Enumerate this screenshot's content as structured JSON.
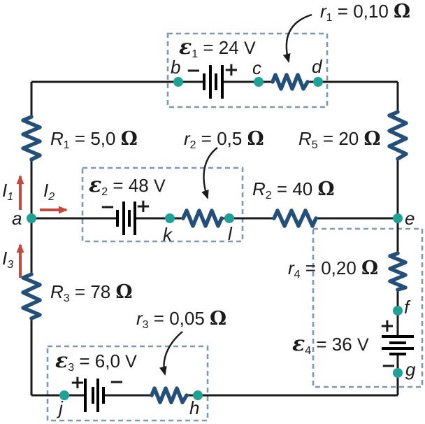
{
  "figure": {
    "description": "Multi-loop DC circuit diagram with four EMF sources (with internal resistances in dashed boxes), five resistors, labeled nodes and branch currents",
    "background": "#ffffff"
  },
  "colors": {
    "wire": "#1a1a1a",
    "resistor": "#234f79",
    "node_dot": "#1fa195",
    "current_arrow": "#c5483c",
    "dashed_box": "#7f97b2",
    "text": "#1a1a1a"
  },
  "signs": {
    "plus": "+",
    "minus": "−"
  },
  "labels": {
    "r1": {
      "sym": "r",
      "sub": "1",
      "mid": " = 0,10 ",
      "unit": "Ω"
    },
    "r2": {
      "sym": "r",
      "sub": "2",
      "mid": " = 0,5 ",
      "unit": "Ω"
    },
    "r3": {
      "sym": "r",
      "sub": "3",
      "mid": " = 0,05 ",
      "unit": "Ω"
    },
    "r4": {
      "sym": "r",
      "sub": "4",
      "mid": " = 0,20 ",
      "unit": "Ω"
    },
    "R1": {
      "sym": "R",
      "sub": "1",
      "mid": " = 5,0 ",
      "unit": "Ω"
    },
    "R2": {
      "sym": "R",
      "sub": "2",
      "mid": " = 40 ",
      "unit": "Ω"
    },
    "R3": {
      "sym": "R",
      "sub": "3",
      "mid": " = 78 ",
      "unit": "Ω"
    },
    "R5": {
      "sym": "R",
      "sub": "5",
      "mid": " = 20 ",
      "unit": "Ω"
    },
    "emf1": {
      "sym": "ε",
      "sub": "1",
      "mid": " = 24 ",
      "unit": "V"
    },
    "emf2": {
      "sym": "ε",
      "sub": "2",
      "mid": " = 48 ",
      "unit": "V"
    },
    "emf3": {
      "sym": "ε",
      "sub": "3",
      "mid": " = 6,0 ",
      "unit": "V"
    },
    "emf4": {
      "sym": "ε",
      "sub": "4",
      "mid": " = 36 ",
      "unit": "V"
    }
  },
  "currents": {
    "I1": {
      "sym": "I",
      "sub": "1"
    },
    "I2": {
      "sym": "I",
      "sub": "2"
    },
    "I3": {
      "sym": "I",
      "sub": "3"
    }
  },
  "nodes": {
    "a": "a",
    "b": "b",
    "c": "c",
    "d": "d",
    "e": "e",
    "f": "f",
    "g": "g",
    "h": "h",
    "j": "j",
    "k": "k",
    "l": "l"
  }
}
